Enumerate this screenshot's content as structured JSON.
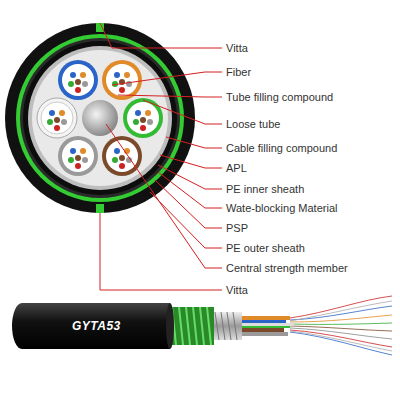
{
  "diagram": {
    "labels": [
      "Vitta",
      "Fiber",
      "Tube filling compound",
      "Loose tube",
      "Cable filling compound",
      "APL",
      "PE inner sheath",
      "Wate-blocking Material",
      "PSP",
      "PE outer sheath",
      "Central strength member",
      "Vitta",
      "GYTA53"
    ]
  }
}
